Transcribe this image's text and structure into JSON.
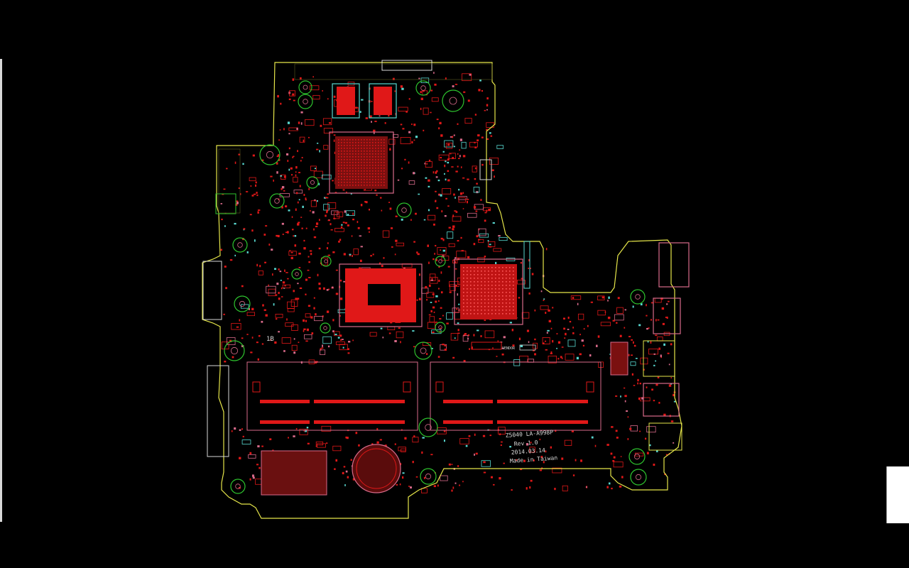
{
  "viewer": {
    "background": "#000000",
    "colors": {
      "outline": "#e6e64a",
      "pads": "#e01818",
      "component_outline": "#d86a8a",
      "mount_holes": "#2ec42e",
      "cyan": "#58d8d0",
      "silkscreen": "#d8d8d8"
    }
  },
  "board": {
    "silkscreen": {
      "model": "Z5040  LA-A998P",
      "revision": "Rev 1.0",
      "date": "2014.03.14",
      "origin": "Made in Taiwan",
      "marker_1b": "1B",
      "vendor_label": "VENDOR"
    }
  }
}
